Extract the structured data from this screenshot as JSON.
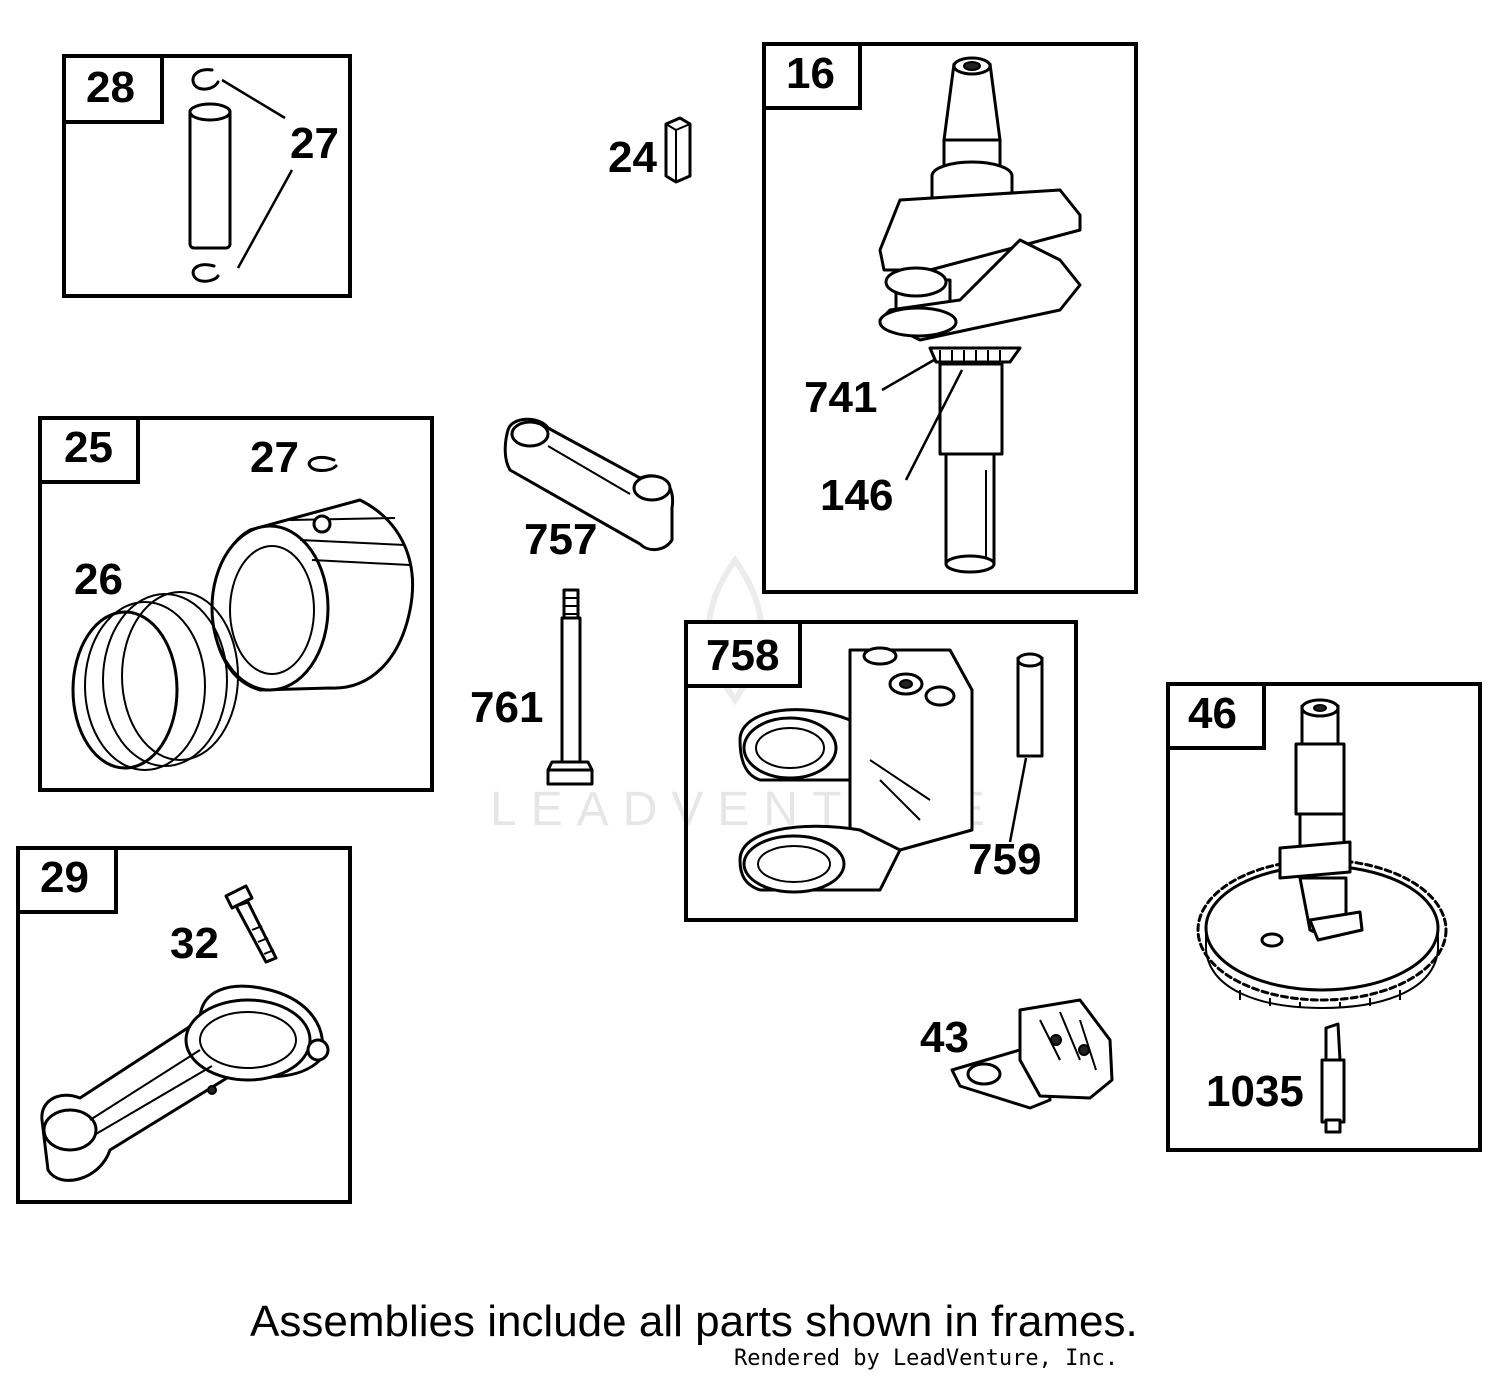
{
  "watermark": "LEADVENTURE",
  "footnote": "Assemblies include all parts shown in frames.",
  "rendered_by": "Rendered by LeadVenture, Inc.",
  "frames": {
    "f28": "28",
    "f25": "25",
    "f29": "29",
    "f16": "16",
    "f758": "758",
    "f46": "46"
  },
  "callouts": {
    "c27a": "27",
    "c27b": "27",
    "c26": "26",
    "c32": "32",
    "c24": "24",
    "c757": "757",
    "c761": "761",
    "c741": "741",
    "c146": "146",
    "c759": "759",
    "c43": "43",
    "c1035": "1035"
  }
}
